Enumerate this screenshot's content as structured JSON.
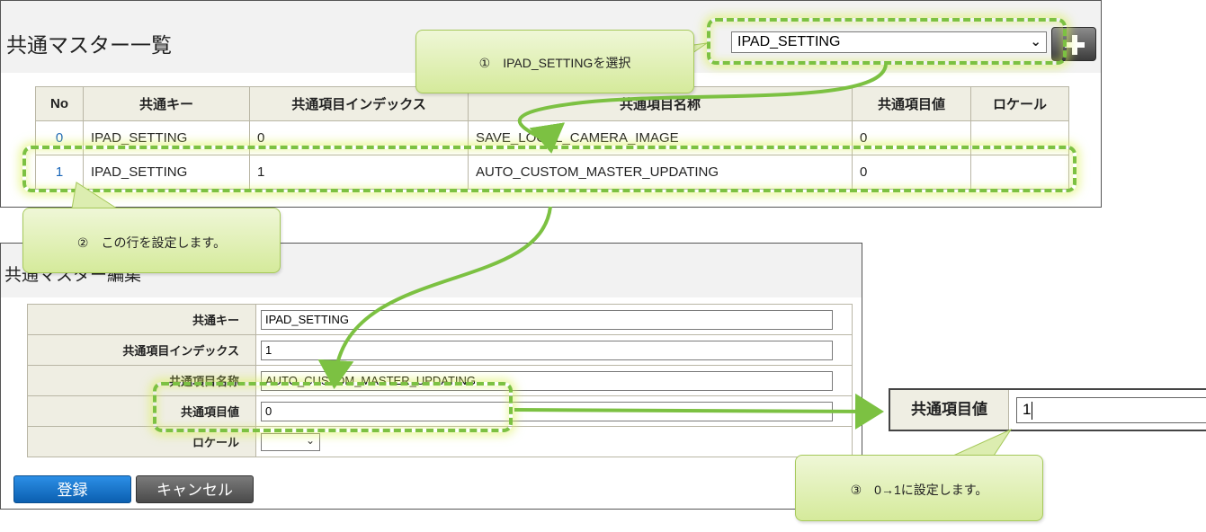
{
  "list_panel": {
    "title": "共通マスター一覧",
    "select_value": "IPAD_SETTING",
    "add_icon": "plus-icon",
    "columns": [
      "No",
      "共通キー",
      "共通項目インデックス",
      "共通項目名称",
      "共通項目値",
      "ロケール"
    ],
    "rows": [
      [
        "0",
        "IPAD_SETTING",
        "0",
        "SAVE_LOCAL_CAMERA_IMAGE",
        "0",
        ""
      ],
      [
        "1",
        "IPAD_SETTING",
        "1",
        "AUTO_CUSTOM_MASTER_UPDATING",
        "0",
        ""
      ]
    ]
  },
  "edit_panel": {
    "title": "共通マスター編集",
    "fields": [
      {
        "label": "共通キー",
        "value": "IPAD_SETTING"
      },
      {
        "label": "共通項目インデックス",
        "value": "1"
      },
      {
        "label": "共通項目名称",
        "value": "AUTO_CUSTOM_MASTER_UPDATING"
      },
      {
        "label": "共通項目値",
        "value": "0"
      }
    ],
    "locale_label": "ロケール",
    "locale_value": "",
    "register_label": "登録",
    "cancel_label": "キャンセル"
  },
  "zoom": {
    "label": "共通項目値",
    "value": "1"
  },
  "callouts": {
    "c1": "①　IPAD_SETTINGを選択",
    "c2": "②　この行を設定します。",
    "c3": "③　0→1に設定します。"
  },
  "colors": {
    "accent_green": "#7cc142",
    "callout_fill": "#dcedb0",
    "header_beige": "#efeee3",
    "register_blue": "#1a78d2",
    "cancel_gray": "#5e5e5e"
  }
}
